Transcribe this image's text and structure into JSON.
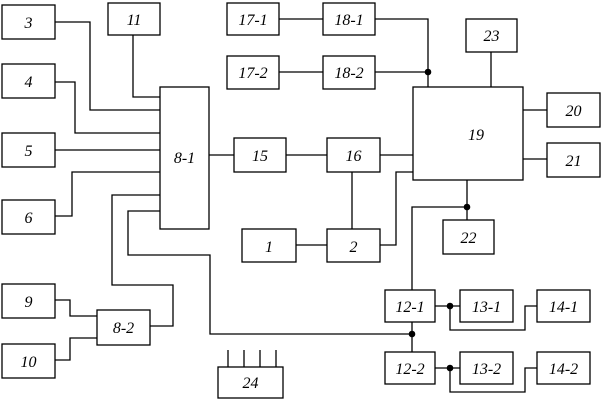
{
  "diagram": {
    "blocks": {
      "b1": "1",
      "b2": "2",
      "b3": "3",
      "b4": "4",
      "b5": "5",
      "b6": "6",
      "b9": "9",
      "b10": "10",
      "b11": "11",
      "b8_1": "8-1",
      "b8_2": "8-2",
      "b12_1": "12-1",
      "b12_2": "12-2",
      "b13_1": "13-1",
      "b13_2": "13-2",
      "b14_1": "14-1",
      "b14_2": "14-2",
      "b15": "15",
      "b16": "16",
      "b17_1": "17-1",
      "b17_2": "17-2",
      "b18_1": "18-1",
      "b18_2": "18-2",
      "b19": "19",
      "b20": "20",
      "b21": "21",
      "b22": "22",
      "b23": "23",
      "b24": "24"
    }
  }
}
